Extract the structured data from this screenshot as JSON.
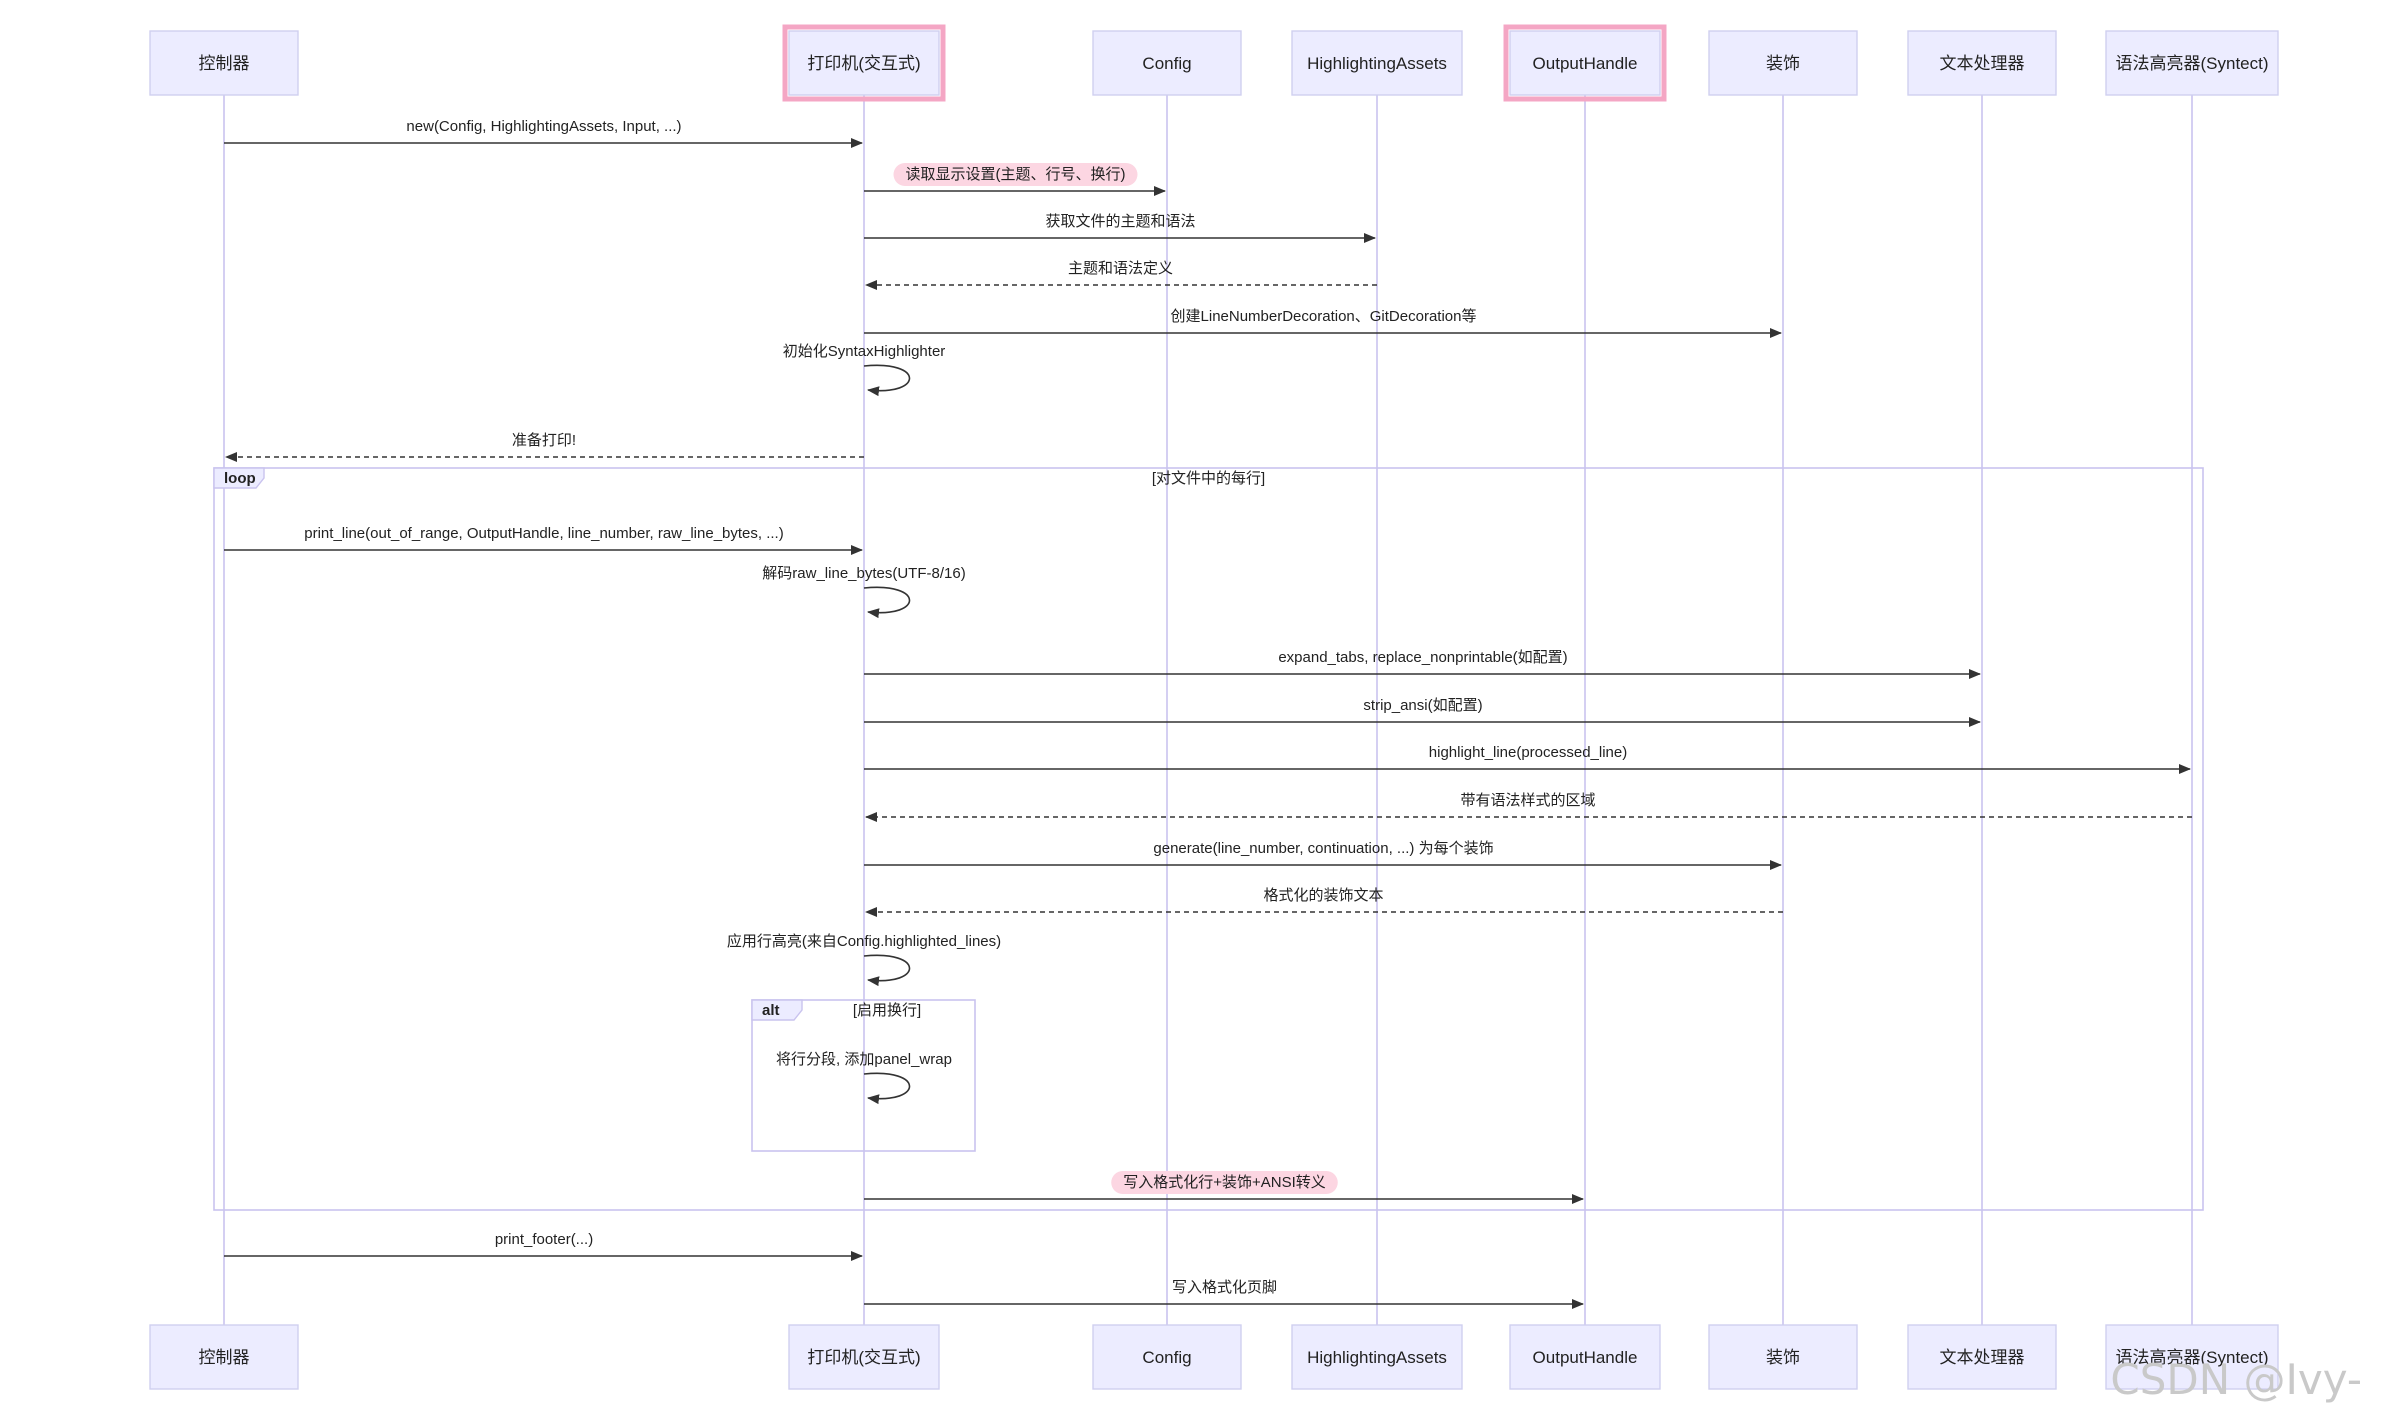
{
  "diagram": {
    "type": "sequence",
    "participants": [
      {
        "id": "controller",
        "label": "控制器",
        "highlight": false
      },
      {
        "id": "printer",
        "label": "打印机(交互式)",
        "highlight": true
      },
      {
        "id": "config",
        "label": "Config",
        "highlight": false
      },
      {
        "id": "assets",
        "label": "HighlightingAssets",
        "highlight": false
      },
      {
        "id": "output",
        "label": "OutputHandle",
        "highlight": true
      },
      {
        "id": "decor",
        "label": "装饰",
        "highlight": false
      },
      {
        "id": "textproc",
        "label": "文本处理器",
        "highlight": false
      },
      {
        "id": "syntect",
        "label": "语法高亮器(Syntect)",
        "highlight": false
      }
    ],
    "messages": [
      {
        "from": "controller",
        "to": "printer",
        "text": "new(Config, HighlightingAssets, Input, ...)",
        "style": "solid",
        "highlight": false
      },
      {
        "from": "printer",
        "to": "config",
        "text": "读取显示设置(主题、行号、换行)",
        "style": "solid",
        "highlight": true
      },
      {
        "from": "printer",
        "to": "assets",
        "text": "获取文件的主题和语法",
        "style": "solid",
        "highlight": false
      },
      {
        "from": "assets",
        "to": "printer",
        "text": "主题和语法定义",
        "style": "dashed",
        "highlight": false
      },
      {
        "from": "printer",
        "to": "decor",
        "text": "创建LineNumberDecoration、GitDecoration等",
        "style": "solid",
        "highlight": false
      },
      {
        "from": "printer",
        "to": "printer",
        "text": "初始化SyntaxHighlighter",
        "style": "self",
        "highlight": false
      },
      {
        "from": "printer",
        "to": "controller",
        "text": "准备打印!",
        "style": "dashed",
        "highlight": false
      },
      {
        "from": "controller",
        "to": "printer",
        "text": "print_line(out_of_range, OutputHandle, line_number, raw_line_bytes, ...)",
        "style": "solid",
        "highlight": false
      },
      {
        "from": "printer",
        "to": "printer",
        "text": "解码raw_line_bytes(UTF-8/16)",
        "style": "self",
        "highlight": false
      },
      {
        "from": "printer",
        "to": "textproc",
        "text": "expand_tabs, replace_nonprintable(如配置)",
        "style": "solid",
        "highlight": false
      },
      {
        "from": "printer",
        "to": "textproc",
        "text": "strip_ansi(如配置)",
        "style": "solid",
        "highlight": false
      },
      {
        "from": "printer",
        "to": "syntect",
        "text": "highlight_line(processed_line)",
        "style": "solid",
        "highlight": false
      },
      {
        "from": "syntect",
        "to": "printer",
        "text": "带有语法样式的区域",
        "style": "dashed",
        "highlight": false
      },
      {
        "from": "printer",
        "to": "decor",
        "text": "generate(line_number, continuation, ...) 为每个装饰",
        "style": "solid",
        "highlight": false
      },
      {
        "from": "decor",
        "to": "printer",
        "text": "格式化的装饰文本",
        "style": "dashed",
        "highlight": false
      },
      {
        "from": "printer",
        "to": "printer",
        "text": "应用行高亮(来自Config.highlighted_lines)",
        "style": "self",
        "highlight": false
      },
      {
        "from": "printer",
        "to": "printer",
        "text": "将行分段, 添加panel_wrap",
        "style": "self",
        "highlight": false
      },
      {
        "from": "printer",
        "to": "output",
        "text": "写入格式化行+装饰+ANSI转义",
        "style": "solid",
        "highlight": true
      },
      {
        "from": "controller",
        "to": "printer",
        "text": "print_footer(...)",
        "style": "solid",
        "highlight": false
      },
      {
        "from": "printer",
        "to": "output",
        "text": "写入格式化页脚",
        "style": "solid",
        "highlight": false
      }
    ],
    "frames": [
      {
        "kind": "loop",
        "condition": "[对文件中的每行]"
      },
      {
        "kind": "alt",
        "condition": "[启用换行]"
      }
    ]
  },
  "watermark": "CSDN @Ivy-",
  "colors": {
    "actor_fill": "#ECECFF",
    "actor_border": "#CFCFF0",
    "highlight_border": "#F4A6C4",
    "lifeline": "#C9C3EE",
    "frame_border": "#C9C3EE",
    "label_highlight": "#FCD6E2"
  }
}
